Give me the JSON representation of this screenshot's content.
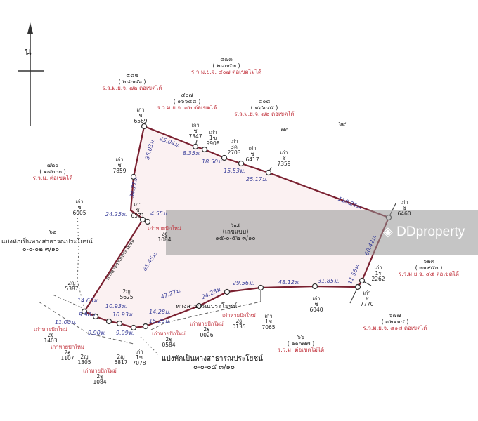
{
  "north_label": "น",
  "parcels": [
    {
      "no": "๕๘๒",
      "deed": "( ๒๘๐๘๖ )",
      "note": "ร.ว.ม.ย.จ. ๗๒ ต่อเขตได้"
    },
    {
      "no": "๔๗๓",
      "deed": "( ๒๘๐๕๓ )",
      "note": "ร.ว.ม.ย.จ. ๔๐๗ ต่อเขตไม่ได้"
    },
    {
      "no": "๔๐๗",
      "deed": "( ๑๖๖๔๘ )",
      "note": "ร.ว.ม.ย.จ. ๗๒ ต่อเขตได้"
    },
    {
      "no": "๔๐๘",
      "deed": "( ๑๖๖๔๕ )",
      "note": "ร.ว.ม.ย.จ. ๗๒ ต่อเขตได้"
    },
    {
      "no": "๗๒๐",
      "deed": "( ๑๔๒๐๐ )",
      "note": "ร.ว.ม. ต่อเขตได้"
    },
    {
      "no": "๖๒๓",
      "deed": "( ๓๑๙๕๐ )",
      "note": "ร.ว.ม.ย.จ. ๔๕ ต่อเขตได้"
    },
    {
      "no": "๖๗๗",
      "deed": "( ๗๒๑๑๔ )",
      "note": "ร.ว.ม.ย.จ. ๔๑๗ ต่อเขตได้"
    },
    {
      "no": "๖๖",
      "deed": "( ๑๑๐๗๗ )",
      "note": "ร.ว.ม. ต่อเขตไม่ได้"
    }
  ],
  "plain_parcels": [
    "๗๐",
    "๖๙",
    "๖๒"
  ],
  "subject": {
    "no": "๖๘",
    "deed": "(เลขแบบ)",
    "area": "๑๕-๐-๕๒ ๓/๑๐"
  },
  "markers": [
    {
      "l1": "เก่า",
      "l2": "ช",
      "num": "6569"
    },
    {
      "l1": "เก่า",
      "l2": "ช",
      "num": "7347"
    },
    {
      "l1": "เก่า",
      "l2": "1ฆ",
      "num": "9908"
    },
    {
      "l1": "เก่า",
      "l2": "3ค",
      "num": "2703"
    },
    {
      "l1": "เก่า",
      "l2": "ช",
      "num": "6417"
    },
    {
      "l1": "เก่า",
      "l2": "ช",
      "num": "7359"
    },
    {
      "l1": "เก่า",
      "l2": "ช",
      "num": "7859"
    },
    {
      "l1": "เก่า",
      "l2": "ช",
      "num": "6005"
    },
    {
      "l1": "เก่า",
      "l2": "ช",
      "num": "6571"
    },
    {
      "l1": "เก่า",
      "l2": "ช",
      "num": "6460"
    },
    {
      "l1": "เก่า",
      "l2": "1ร",
      "num": "2262"
    },
    {
      "l1": "เก่า",
      "l2": "ช",
      "num": "7770"
    },
    {
      "l1": "เก่า",
      "l2": "ช",
      "num": "6040"
    },
    {
      "l1": "เก่า",
      "l2": "1ช",
      "num": "7065"
    },
    {
      "l1": "เก่า",
      "l2": "1ช",
      "num": "7078"
    }
  ],
  "new_markers": [
    {
      "note": "เก่าหายปักใหม่",
      "code": "2ฐ",
      "num": "1084"
    },
    {
      "note": "เก่าหายปักใหม่",
      "code": "2ฐ",
      "num": "1403"
    },
    {
      "note": "เก่าหายปักใหม่",
      "code": "2ฐ",
      "num": "1107"
    },
    {
      "note": "เก่าหายปักใหม่",
      "code": "2ฐ",
      "num": "1084"
    },
    {
      "note": "เก่าหายปักใหม่",
      "code": "2ฐ",
      "num": "0584"
    },
    {
      "note": "เก่าหายปักใหม่",
      "code": "2ฐ",
      "num": "0026"
    },
    {
      "note": "เก่าหายปักใหม่",
      "code": "2ฐ",
      "num": "0135"
    }
  ],
  "other_points": [
    {
      "code": "2ญ",
      "num": "5387"
    },
    {
      "code": "2ญ",
      "num": "5625"
    },
    {
      "code": "2ญ",
      "num": "1305"
    },
    {
      "code": "2ญ",
      "num": "5817"
    }
  ],
  "distances": [
    "35.03ม.",
    "45.04ม.",
    "8.35ม.",
    "18.50ม.",
    "15.53ม.",
    "25.17ม.",
    "110.24ม.",
    "60.42ม.",
    "11.56ม.",
    "31.85ม.",
    "48.12ม.",
    "29.56ม.",
    "24.28ม.",
    "47.27ม.",
    "14.28ม.",
    "15.25ม.",
    "10.93ม.",
    "10.93ม.",
    "14.65ม.",
    "9.90ม.",
    "9.90ม.",
    "11.00ม.",
    "9.99ม.",
    "85.45ม.",
    "34.71ม.",
    "24.25ม.",
    "4.55ม."
  ],
  "roads": {
    "road_label": "ทางสาธารณประโยชน์",
    "road_label_vertical": "ทางสาธารณประโยชน์",
    "split_left": "แบ่งหักเป็นทางสาธารณประโยชน์",
    "split_left_area": "๐-๐-๐๒ ๓/๑๐",
    "split_bottom": "แบ่งหักเป็นทางสาธารณประโยชน์",
    "split_bottom_area": "๐-๐-๐๕ ๓/๑๐"
  },
  "watermark": "DDproperty",
  "colors": {
    "boundary": "#7a2030",
    "note_red": "#c0303a",
    "distance_blue": "#3a3f9a",
    "watermark_band": "#969696"
  }
}
